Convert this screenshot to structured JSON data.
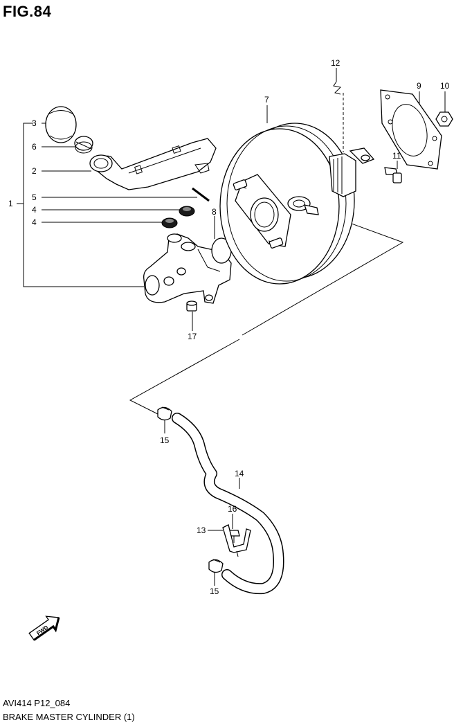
{
  "figure": {
    "title": "FIG.84",
    "code": "AVI414 P12_084",
    "caption": "BRAKE MASTER CYLINDER (1)"
  },
  "callouts": {
    "c1": "1",
    "c2": "2",
    "c3": "3",
    "c4a": "4",
    "c4b": "4",
    "c5": "5",
    "c6": "6",
    "c7": "7",
    "c8": "8",
    "c9": "9",
    "c10": "10",
    "c11": "11",
    "c12": "12",
    "c13": "13",
    "c14": "14",
    "c15a": "15",
    "c15b": "15",
    "c16": "16",
    "c17": "17"
  },
  "fwd_label": "FWD",
  "icons": {
    "fwd": "fwd-arrow-icon"
  }
}
